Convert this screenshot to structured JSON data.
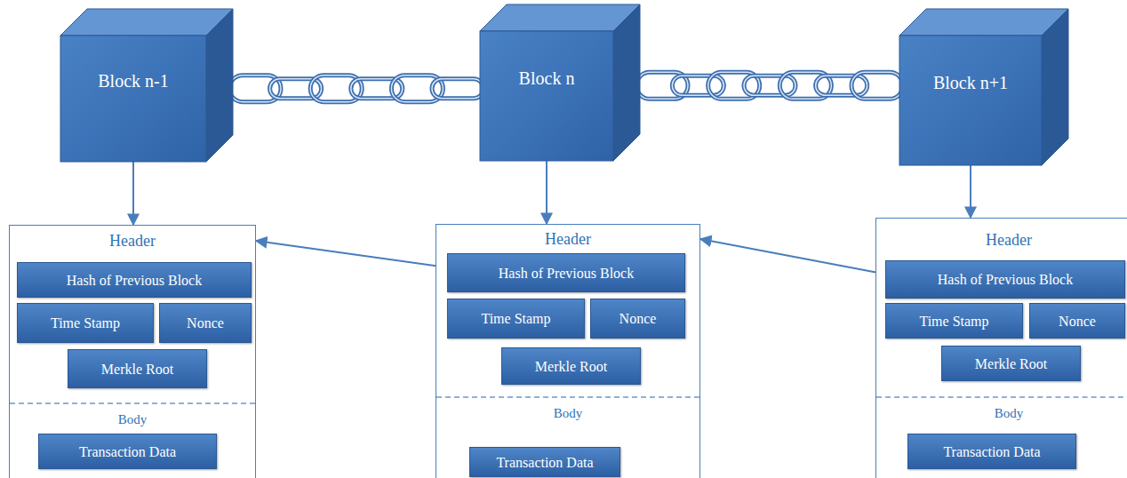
{
  "diagram": {
    "nodes": [
      {
        "text": [
          "Block n-1"
        ]
      },
      {
        "text": [
          "Block n"
        ]
      },
      {
        "text": [
          "Block n+1"
        ]
      },
      {
        "text": [
          "Header",
          "Body"
        ]
      },
      {
        "text": [
          "Hash of Previous Block"
        ],
        "in": 3
      },
      {
        "text": [
          "Time Stamp"
        ],
        "in": 3
      },
      {
        "text": [
          "Nonce"
        ],
        "in": 3
      },
      {
        "text": [
          "Merkle Root"
        ],
        "in": 3
      },
      {
        "text": [
          "Transaction Data"
        ],
        "in": 3
      },
      {
        "text": [
          "Header",
          "Body"
        ]
      },
      {
        "text": [
          "Hash of Previous Block"
        ],
        "in": 9
      },
      {
        "text": [
          "Time Stamp"
        ],
        "in": 9
      },
      {
        "text": [
          "Nonce"
        ],
        "in": 9
      },
      {
        "text": [
          "Merkle Root"
        ],
        "in": 9
      },
      {
        "text": [
          "Transaction Data"
        ],
        "in": 9
      },
      {
        "text": [
          "Header",
          "Body"
        ]
      },
      {
        "text": [
          "Hash of Previous Block"
        ],
        "in": 15
      },
      {
        "text": [
          "Time Stamp"
        ],
        "in": 15
      },
      {
        "text": [
          "Nonce"
        ],
        "in": 15
      },
      {
        "text": [
          "Merkle Root"
        ],
        "in": 15
      },
      {
        "text": [
          "Transaction Data"
        ],
        "in": 15
      }
    ],
    "edges": [
      {
        "from": 0,
        "to": 1,
        "arrow": "none"
      },
      {
        "from": 1,
        "to": 2,
        "arrow": "none"
      },
      {
        "from": 0,
        "to": 3,
        "arrow": "to"
      },
      {
        "from": 1,
        "to": 9,
        "arrow": "to"
      },
      {
        "from": 2,
        "to": 15,
        "arrow": "to"
      },
      {
        "from": 10,
        "to": 3,
        "arrow": "to"
      },
      {
        "from": 16,
        "to": 9,
        "arrow": "to"
      }
    ]
  }
}
